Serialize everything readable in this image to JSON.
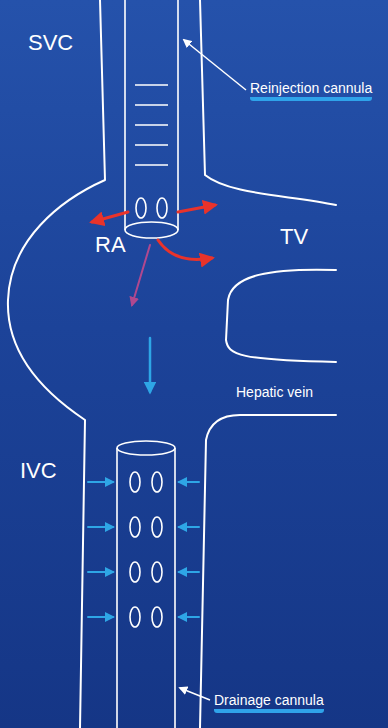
{
  "diagram": {
    "labels": [
      "SVC",
      "Reinjection cannula",
      "RA",
      "TV",
      "Hepatic vein",
      "IVC",
      "Drainage cannula"
    ]
  }
}
